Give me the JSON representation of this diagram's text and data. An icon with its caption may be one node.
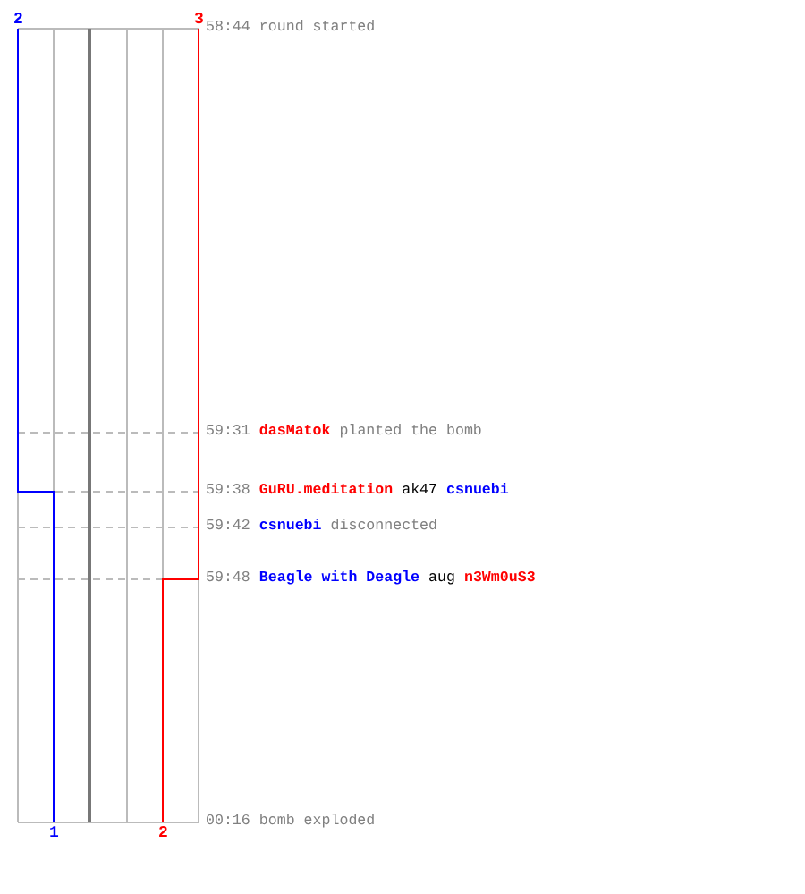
{
  "diagram": {
    "labels": [
      "2",
      "3",
      "58:44",
      "round started",
      "59:31",
      "dasMatok",
      "planted the bomb",
      "59:38",
      "GuRU.meditation",
      "ak47",
      "csnuebi",
      "59:42",
      "csnuebi",
      "disconnected",
      "59:48",
      "Beagle with Deagle",
      "aug",
      "n3Wm0uS3",
      "1",
      "2",
      "00:16",
      "bomb exploded"
    ]
  }
}
